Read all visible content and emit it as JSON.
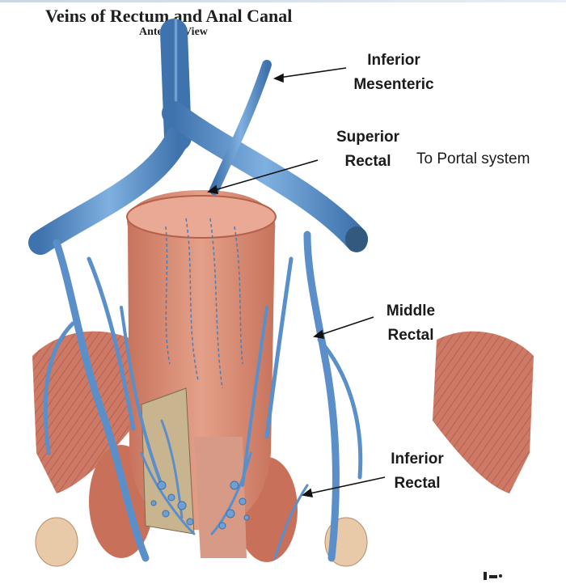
{
  "figure": {
    "title": "Veins of Rectum and Anal Canal",
    "subtitle": "Anterior View"
  },
  "labels": {
    "inferior_mesenteric": [
      "Inferior",
      "Mesenteric"
    ],
    "superior_rectal": [
      "Superior",
      "Rectal"
    ],
    "portal_note": "To Portal system",
    "middle_rectal": [
      "Middle",
      "Rectal"
    ],
    "inferior_rectal": [
      "Inferior",
      "Rectal"
    ]
  },
  "colors": {
    "vein": "#5b8fc9",
    "vein_dark": "#3e6fa8",
    "rectum": "#d98a72",
    "muscle": "#c96a55",
    "fat": "#e8c9a8"
  }
}
